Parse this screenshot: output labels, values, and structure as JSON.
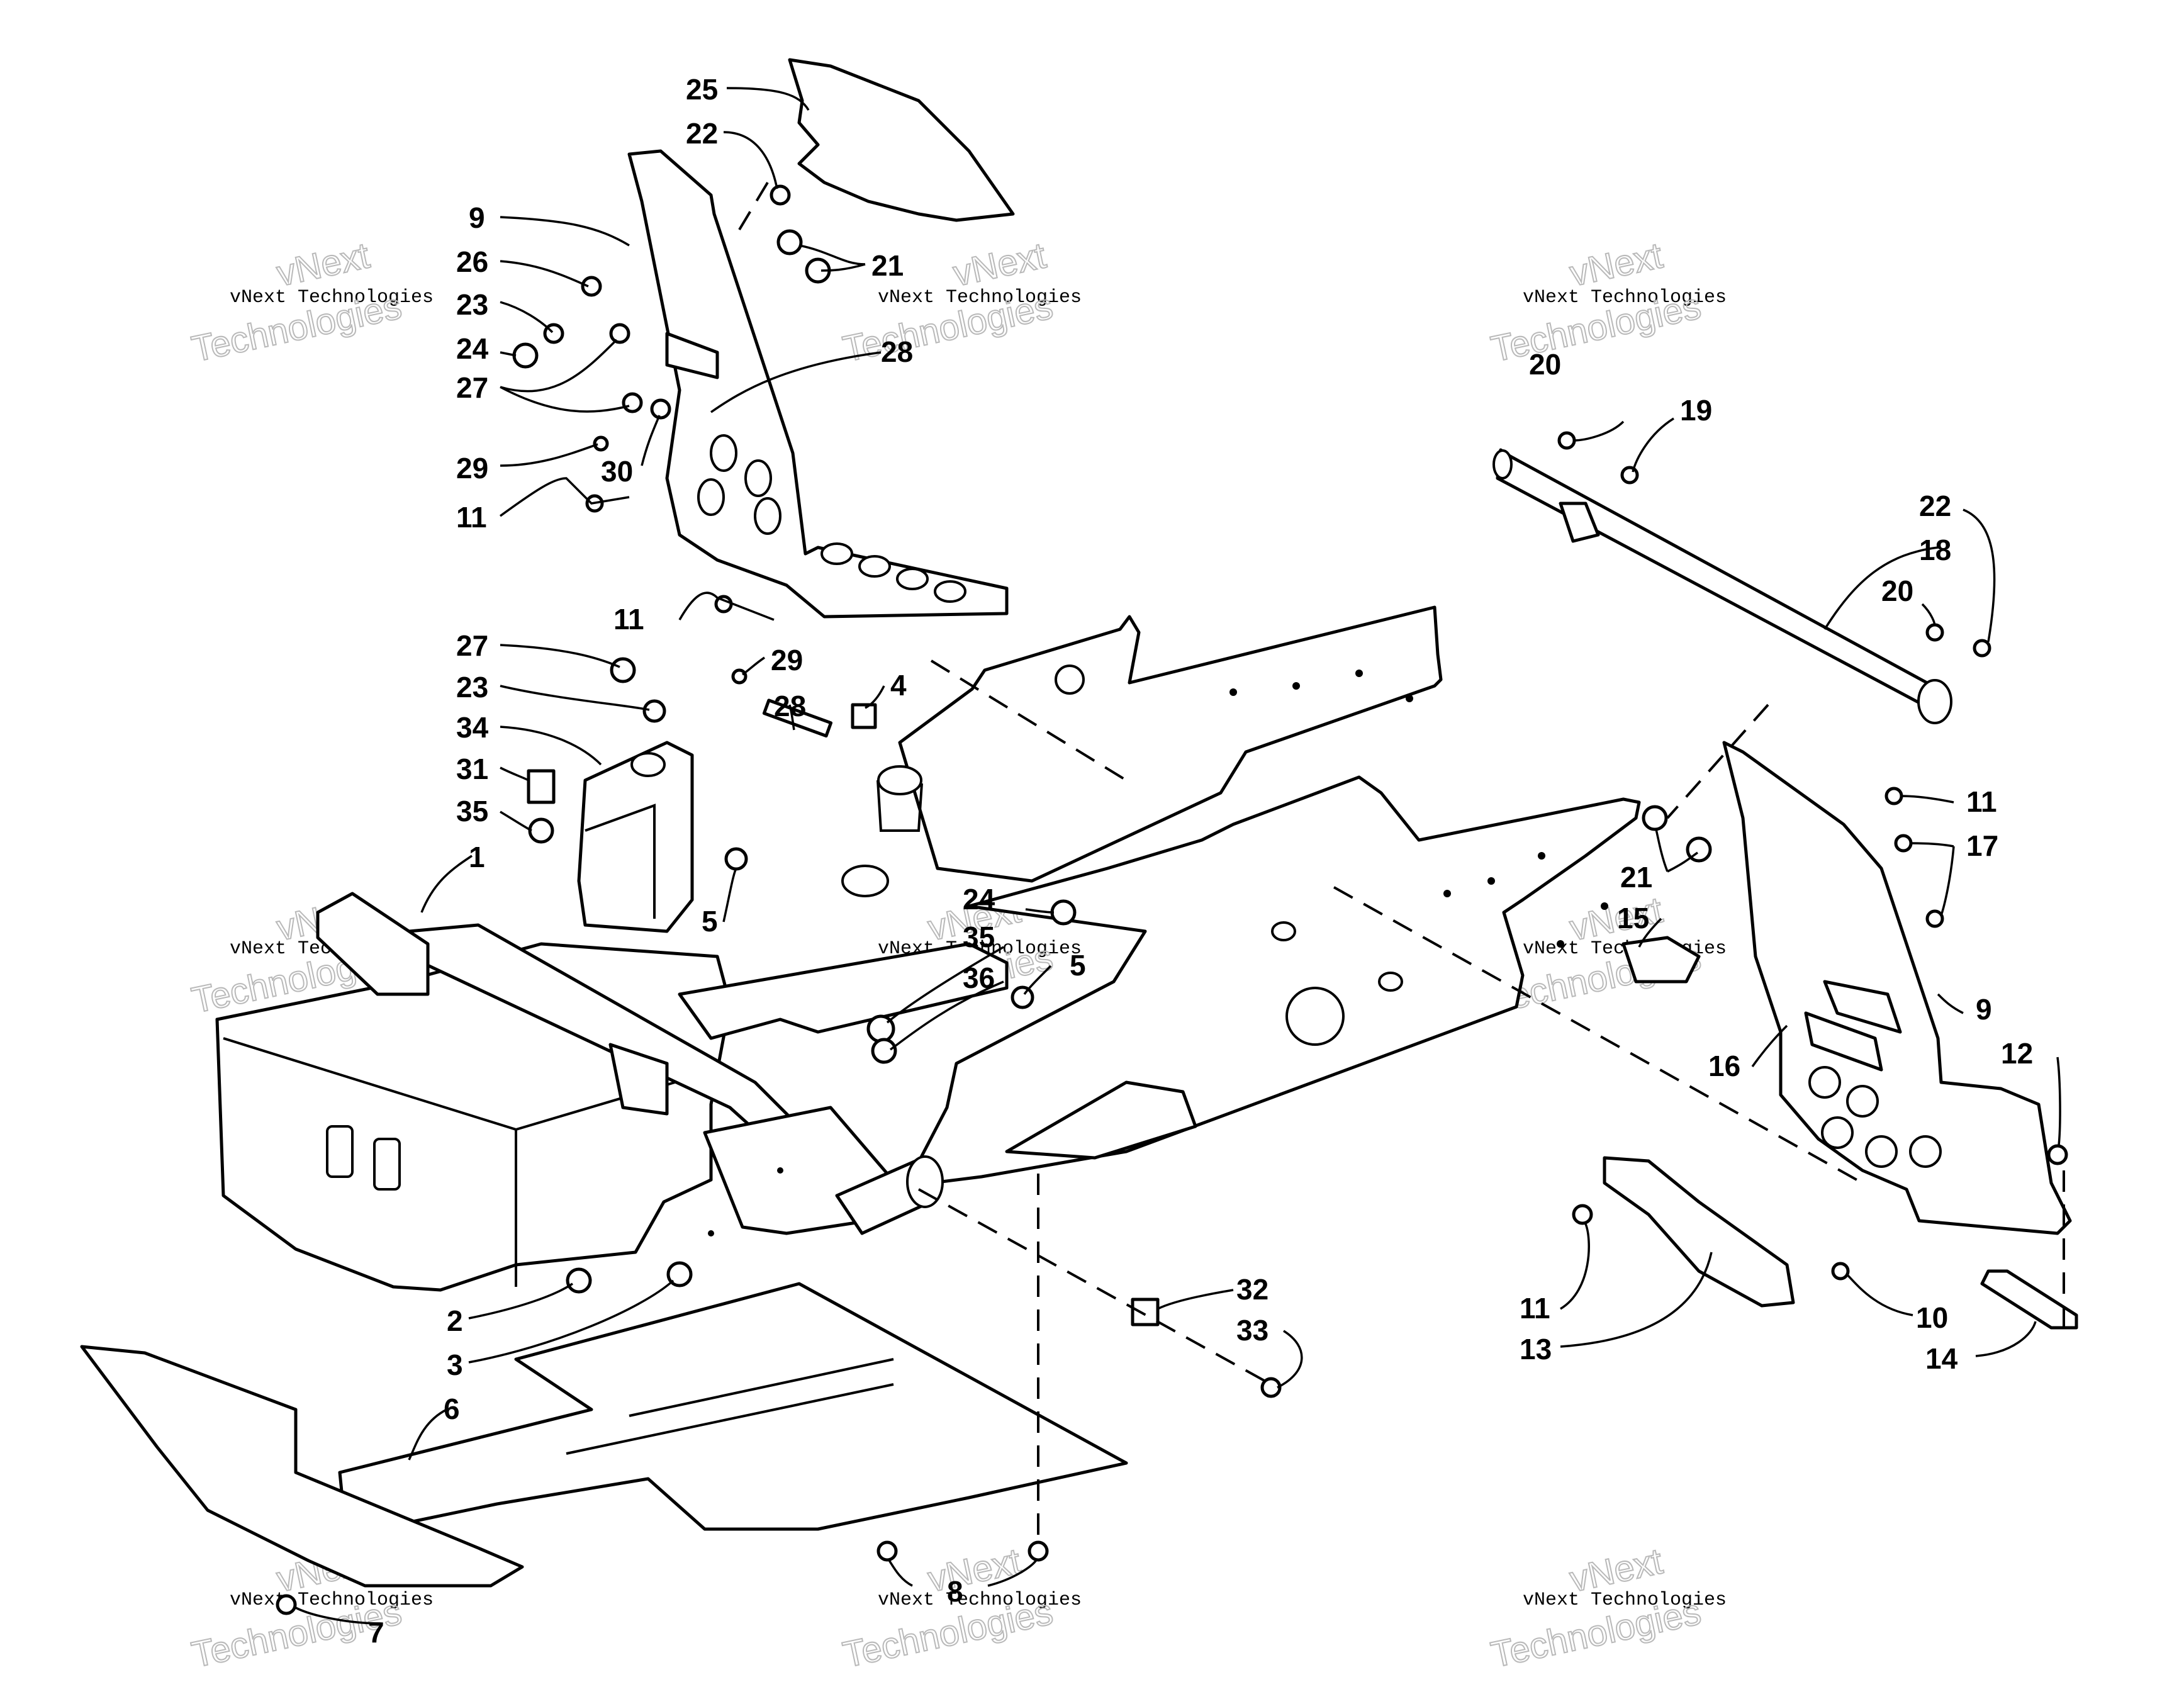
{
  "watermark": {
    "company": "vNext Technologies",
    "brand": "vNext",
    "word": "Technologies"
  },
  "callouts": {
    "c1": "1",
    "c2": "2",
    "c3": "3",
    "c4": "4",
    "c5a": "5",
    "c5b": "5",
    "c6": "6",
    "c7": "7",
    "c8": "8",
    "c9a": "9",
    "c9b": "9",
    "c10": "10",
    "c11a": "11",
    "c11b": "11",
    "c11c": "11",
    "c11d": "11",
    "c12": "12",
    "c13": "13",
    "c14": "14",
    "c15": "15",
    "c16": "16",
    "c17": "17",
    "c18": "18",
    "c19": "19",
    "c20a": "20",
    "c20b": "20",
    "c21a": "21",
    "c21b": "21",
    "c22a": "22",
    "c22b": "22",
    "c23a": "23",
    "c23b": "23",
    "c24a": "24",
    "c24b": "24",
    "c25": "25",
    "c26": "26",
    "c27a": "27",
    "c27b": "27",
    "c28a": "28",
    "c28b": "28",
    "c29a": "29",
    "c29b": "29",
    "c30": "30",
    "c31": "31",
    "c32": "32",
    "c33": "33",
    "c34": "34",
    "c35a": "35",
    "c35b": "35",
    "c36": "36"
  }
}
